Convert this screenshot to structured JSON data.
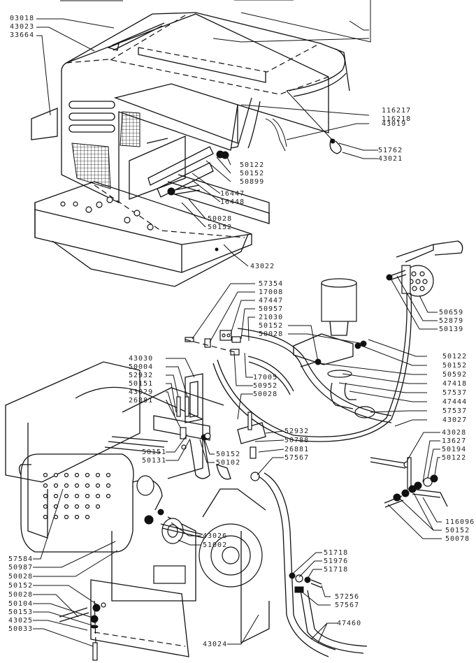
{
  "title": "Engine cover and control assembly — exploded parts diagram",
  "labels": [
    {
      "id": "l01",
      "text": "03018"
    },
    {
      "id": "l02",
      "text": "43023"
    },
    {
      "id": "l03",
      "text": "33664"
    },
    {
      "id": "l04",
      "text": "116217"
    },
    {
      "id": "l05",
      "text": "116218"
    },
    {
      "id": "l06",
      "text": "43019"
    },
    {
      "id": "l07",
      "text": "51762"
    },
    {
      "id": "l08",
      "text": "43021"
    },
    {
      "id": "l09",
      "text": "50122"
    },
    {
      "id": "l10",
      "text": "50152"
    },
    {
      "id": "l11",
      "text": "50899"
    },
    {
      "id": "l12",
      "text": "16447"
    },
    {
      "id": "l13",
      "text": "16448"
    },
    {
      "id": "l14",
      "text": "50028"
    },
    {
      "id": "l15",
      "text": "50152"
    },
    {
      "id": "l16",
      "text": "43022"
    },
    {
      "id": "l17",
      "text": "57354"
    },
    {
      "id": "l18",
      "text": "17008"
    },
    {
      "id": "l19",
      "text": "47447"
    },
    {
      "id": "l20",
      "text": "50957"
    },
    {
      "id": "l21",
      "text": "21030"
    },
    {
      "id": "l22",
      "text": "50152"
    },
    {
      "id": "l23",
      "text": "50028"
    },
    {
      "id": "l24",
      "text": "17005"
    },
    {
      "id": "l25",
      "text": "50952"
    },
    {
      "id": "l26",
      "text": "50028"
    },
    {
      "id": "l27",
      "text": "50659"
    },
    {
      "id": "l28",
      "text": "52879"
    },
    {
      "id": "l29",
      "text": "50139"
    },
    {
      "id": "l30",
      "text": "50122"
    },
    {
      "id": "l31",
      "text": "50152"
    },
    {
      "id": "l32",
      "text": "50592"
    },
    {
      "id": "l33",
      "text": "47418"
    },
    {
      "id": "l34",
      "text": "57537"
    },
    {
      "id": "l35",
      "text": "47444"
    },
    {
      "id": "l36",
      "text": "57537"
    },
    {
      "id": "l37",
      "text": "43027"
    },
    {
      "id": "l38",
      "text": "43030"
    },
    {
      "id": "l39",
      "text": "50004"
    },
    {
      "id": "l40",
      "text": "52932"
    },
    {
      "id": "l41",
      "text": "50151"
    },
    {
      "id": "l42",
      "text": "43029"
    },
    {
      "id": "l43",
      "text": "26881"
    },
    {
      "id": "l44",
      "text": "50151"
    },
    {
      "id": "l45",
      "text": "50131"
    },
    {
      "id": "l46",
      "text": "50152"
    },
    {
      "id": "l47",
      "text": "50102"
    },
    {
      "id": "l48",
      "text": "52932"
    },
    {
      "id": "l49",
      "text": "50788"
    },
    {
      "id": "l50",
      "text": "26881"
    },
    {
      "id": "l51",
      "text": "57567"
    },
    {
      "id": "l52",
      "text": "43028"
    },
    {
      "id": "l53",
      "text": "13627"
    },
    {
      "id": "l54",
      "text": "50194"
    },
    {
      "id": "l55",
      "text": "50122"
    },
    {
      "id": "l56",
      "text": "116096"
    },
    {
      "id": "l57",
      "text": "50152"
    },
    {
      "id": "l58",
      "text": "50078"
    },
    {
      "id": "l59",
      "text": "43026"
    },
    {
      "id": "l60",
      "text": "51002"
    },
    {
      "id": "l61",
      "text": "57584"
    },
    {
      "id": "l62",
      "text": "50987"
    },
    {
      "id": "l63",
      "text": "50028"
    },
    {
      "id": "l64",
      "text": "50152"
    },
    {
      "id": "l65",
      "text": "50028"
    },
    {
      "id": "l66",
      "text": "50104"
    },
    {
      "id": "l67",
      "text": "50153"
    },
    {
      "id": "l68",
      "text": "43025"
    },
    {
      "id": "l69",
      "text": "50033"
    },
    {
      "id": "l70",
      "text": "51718"
    },
    {
      "id": "l71",
      "text": "51976"
    },
    {
      "id": "l72",
      "text": "51718"
    },
    {
      "id": "l73",
      "text": "57256"
    },
    {
      "id": "l74",
      "text": "57567"
    },
    {
      "id": "l75",
      "text": "47460"
    },
    {
      "id": "l76",
      "text": "43024"
    }
  ]
}
